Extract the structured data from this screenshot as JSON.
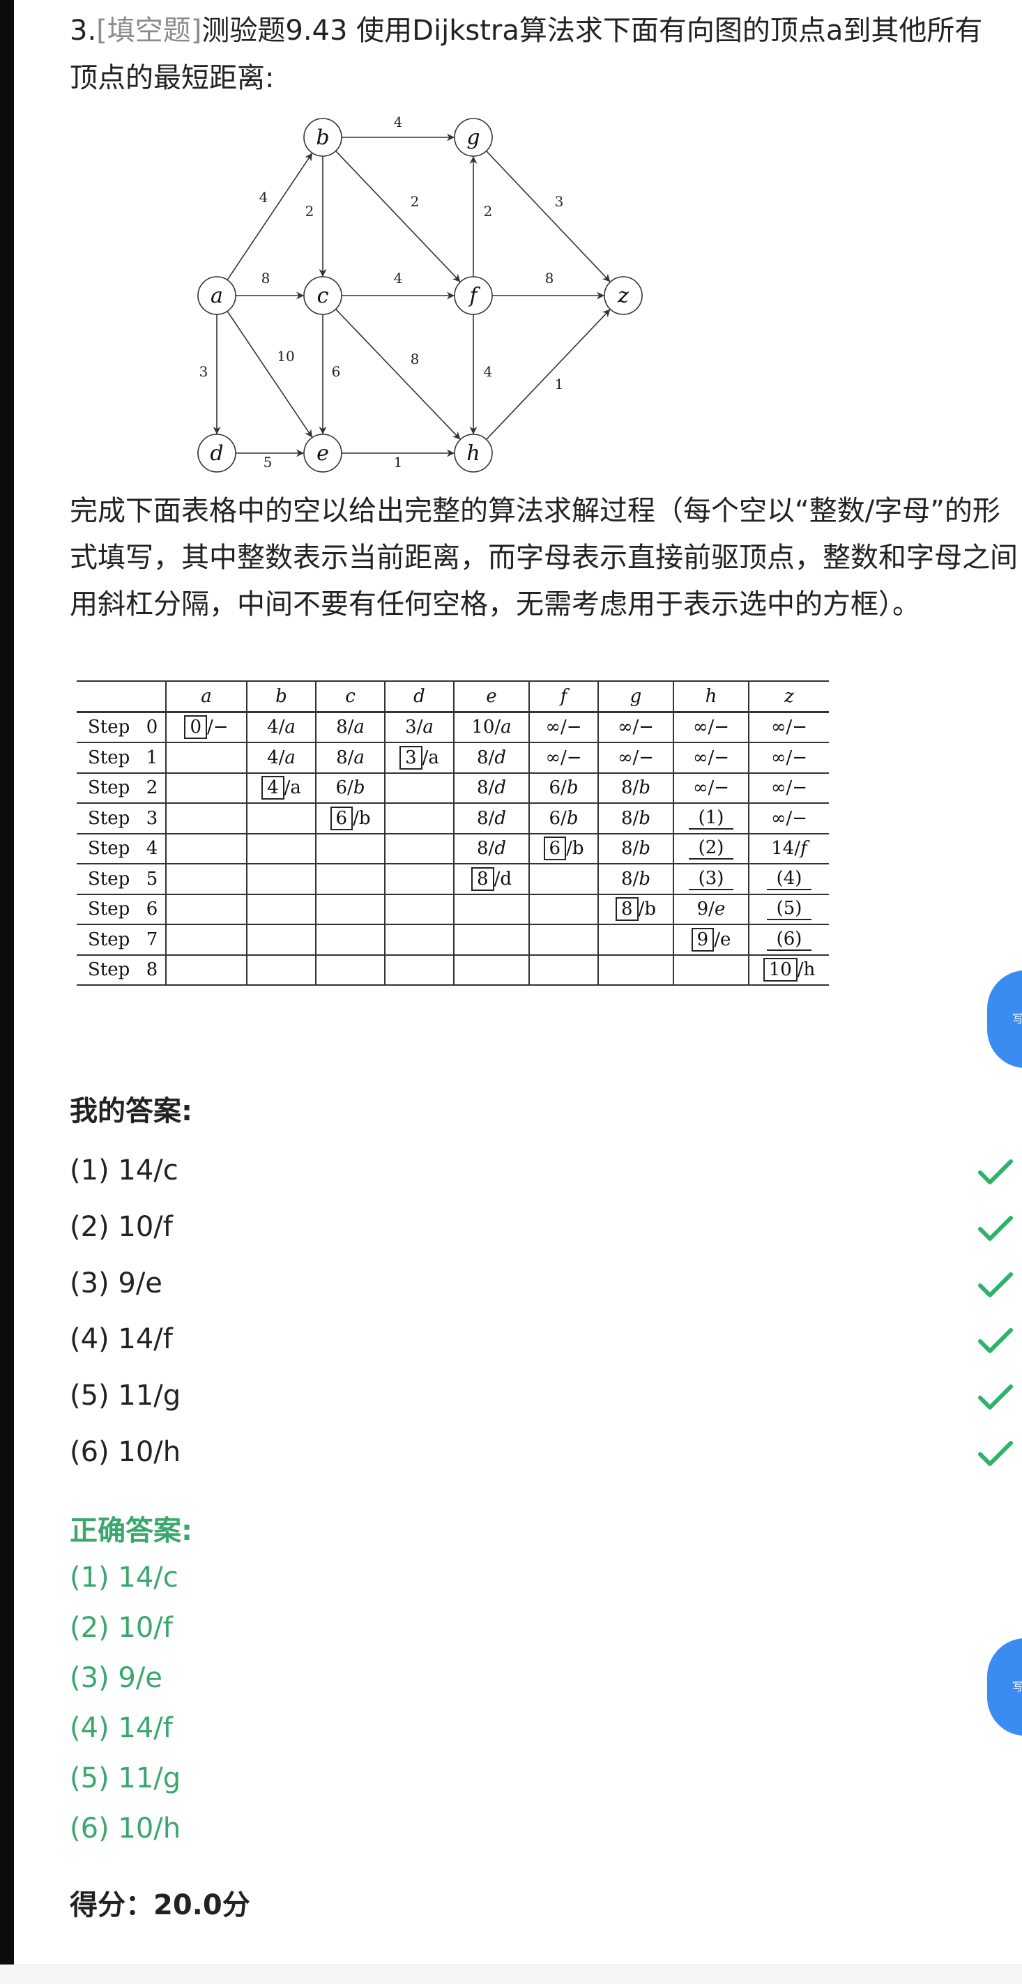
{
  "question": {
    "number": "3.",
    "tag": "[填空题]",
    "text": "测验题9.43 使用Dijkstra算法求下面有向图的顶点a到其他所有顶点的最短距离:",
    "instructions": "完成下面表格中的空以给出完整的算法求解过程（每个空以“整数/字母”的形式填写，其中整数表示当前距离，而字母表示直接前驱顶点，整数和字母之间用斜杠分隔，中间不要有任何空格，无需考虑用于表示选中的方框）。"
  },
  "graph": {
    "nodes": [
      "a",
      "b",
      "c",
      "d",
      "e",
      "f",
      "g",
      "h",
      "z"
    ],
    "edges": [
      {
        "from": "a",
        "to": "b",
        "w": "4"
      },
      {
        "from": "a",
        "to": "c",
        "w": "8"
      },
      {
        "from": "a",
        "to": "d",
        "w": "3"
      },
      {
        "from": "a",
        "to": "e",
        "w": "10"
      },
      {
        "from": "b",
        "to": "g",
        "w": "4"
      },
      {
        "from": "b",
        "to": "c",
        "w": "2"
      },
      {
        "from": "b",
        "to": "f",
        "w": "2"
      },
      {
        "from": "c",
        "to": "f",
        "w": "4"
      },
      {
        "from": "c",
        "to": "e",
        "w": "6"
      },
      {
        "from": "c",
        "to": "h",
        "w": "8"
      },
      {
        "from": "d",
        "to": "e",
        "w": "5"
      },
      {
        "from": "e",
        "to": "h",
        "w": "1"
      },
      {
        "from": "f",
        "to": "g",
        "w": "2"
      },
      {
        "from": "f",
        "to": "z",
        "w": "8"
      },
      {
        "from": "f",
        "to": "h",
        "w": "4"
      },
      {
        "from": "g",
        "to": "z",
        "w": "3"
      },
      {
        "from": "h",
        "to": "z",
        "w": "1"
      }
    ]
  },
  "table": {
    "step_label": "Step",
    "headers": [
      "a",
      "b",
      "c",
      "d",
      "e",
      "f",
      "g",
      "h",
      "z"
    ],
    "rows": [
      {
        "step": "0",
        "cells": [
          [
            "sel",
            "0",
            "/−"
          ],
          [
            "t",
            "4/",
            "a"
          ],
          [
            "t",
            "8/",
            "a"
          ],
          [
            "t",
            "3/",
            "a"
          ],
          [
            "t",
            "10/",
            "a"
          ],
          [
            "t",
            "∞/−",
            ""
          ],
          [
            "t",
            "∞/−",
            ""
          ],
          [
            "t",
            "∞/−",
            ""
          ],
          [
            "t",
            "∞/−",
            ""
          ]
        ]
      },
      {
        "step": "1",
        "cells": [
          [
            "e"
          ],
          [
            "t",
            "4/",
            "a"
          ],
          [
            "t",
            "8/",
            "a"
          ],
          [
            "sel",
            "3",
            "/a"
          ],
          [
            "t",
            "8/",
            "d"
          ],
          [
            "t",
            "∞/−",
            ""
          ],
          [
            "t",
            "∞/−",
            ""
          ],
          [
            "t",
            "∞/−",
            ""
          ],
          [
            "t",
            "∞/−",
            ""
          ]
        ]
      },
      {
        "step": "2",
        "cells": [
          [
            "e"
          ],
          [
            "sel",
            "4",
            "/a"
          ],
          [
            "t",
            "6/",
            "b"
          ],
          [
            "e"
          ],
          [
            "t",
            "8/",
            "d"
          ],
          [
            "t",
            "6/",
            "b"
          ],
          [
            "t",
            "8/",
            "b"
          ],
          [
            "t",
            "∞/−",
            ""
          ],
          [
            "t",
            "∞/−",
            ""
          ]
        ]
      },
      {
        "step": "3",
        "cells": [
          [
            "e"
          ],
          [
            "e"
          ],
          [
            "sel",
            "6",
            "/b"
          ],
          [
            "e"
          ],
          [
            "t",
            "8/",
            "d"
          ],
          [
            "t",
            "6/",
            "b"
          ],
          [
            "t",
            "8/",
            "b"
          ],
          [
            "blank",
            "(1)"
          ],
          [
            "t",
            "∞/−",
            ""
          ]
        ]
      },
      {
        "step": "4",
        "cells": [
          [
            "e"
          ],
          [
            "e"
          ],
          [
            "e"
          ],
          [
            "e"
          ],
          [
            "t",
            "8/",
            "d"
          ],
          [
            "sel",
            "6",
            "/b"
          ],
          [
            "t",
            "8/",
            "b"
          ],
          [
            "blank",
            "(2)"
          ],
          [
            "t",
            "14/",
            "f"
          ]
        ]
      },
      {
        "step": "5",
        "cells": [
          [
            "e"
          ],
          [
            "e"
          ],
          [
            "e"
          ],
          [
            "e"
          ],
          [
            "sel",
            "8",
            "/d"
          ],
          [
            "e"
          ],
          [
            "t",
            "8/",
            "b"
          ],
          [
            "blank",
            "(3)"
          ],
          [
            "blank",
            "(4)"
          ]
        ]
      },
      {
        "step": "6",
        "cells": [
          [
            "e"
          ],
          [
            "e"
          ],
          [
            "e"
          ],
          [
            "e"
          ],
          [
            "e"
          ],
          [
            "e"
          ],
          [
            "sel",
            "8",
            "/b"
          ],
          [
            "t",
            "9/",
            "e"
          ],
          [
            "blank",
            "(5)"
          ]
        ]
      },
      {
        "step": "7",
        "cells": [
          [
            "e"
          ],
          [
            "e"
          ],
          [
            "e"
          ],
          [
            "e"
          ],
          [
            "e"
          ],
          [
            "e"
          ],
          [
            "e"
          ],
          [
            "sel",
            "9",
            "/e"
          ],
          [
            "blank",
            "(6)"
          ]
        ]
      },
      {
        "step": "8",
        "cells": [
          [
            "e"
          ],
          [
            "e"
          ],
          [
            "e"
          ],
          [
            "e"
          ],
          [
            "e"
          ],
          [
            "e"
          ],
          [
            "e"
          ],
          [
            "e"
          ],
          [
            "sel",
            "10",
            "/h"
          ]
        ]
      }
    ]
  },
  "my_answers": {
    "label": "我的答案:",
    "items": [
      "(1) 14/c",
      "(2) 10/f",
      "(3) 9/e",
      "(4) 14/f",
      "(5) 11/g",
      "(6) 10/h"
    ],
    "status": [
      "correct",
      "correct",
      "correct",
      "correct",
      "correct",
      "correct"
    ]
  },
  "correct_answers": {
    "label": "正确答案:",
    "items": [
      "(1) 14/c",
      "(2) 10/f",
      "(3) 9/e",
      "(4) 14/f",
      "(5) 11/g",
      "(6) 10/h"
    ]
  },
  "score": "得分：20.0分",
  "fab_label": "写",
  "colors": {
    "check": "#2fb36b",
    "correct_text": "#3aa76d",
    "fab": "#3b8cf0",
    "tag": "#8c8c8c"
  }
}
